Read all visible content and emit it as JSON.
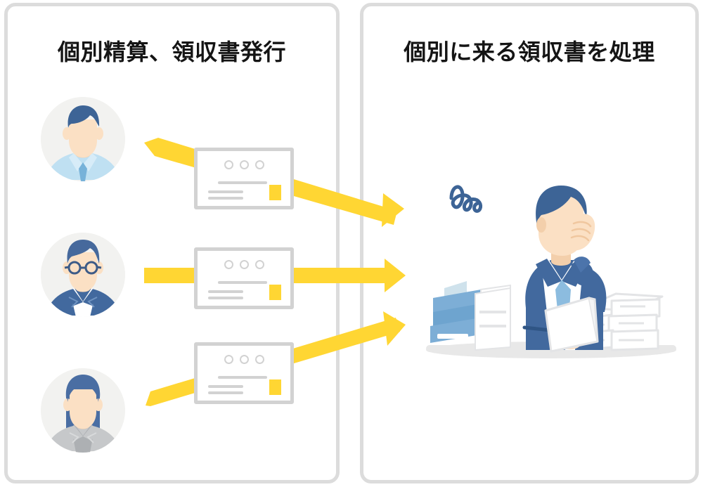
{
  "diagram": {
    "title_hidden": "",
    "panels": [
      {
        "id": "left",
        "title": "個別精算、領収書発行",
        "people": [
          {
            "label": "employee-male-blue-shirt"
          },
          {
            "label": "employee-male-glasses-suit"
          },
          {
            "label": "employee-female-gray-jacket"
          }
        ],
        "receipts": [
          {
            "label": "receipt-card-1",
            "stamp_color": "#ffd633"
          },
          {
            "label": "receipt-card-2",
            "stamp_color": "#ffd633"
          },
          {
            "label": "receipt-card-3",
            "stamp_color": "#ffd633"
          }
        ],
        "arrows": [
          {
            "label": "arrow-down-right",
            "direction": "down-right"
          },
          {
            "label": "arrow-right",
            "direction": "right"
          },
          {
            "label": "arrow-up-right",
            "direction": "up-right"
          }
        ]
      },
      {
        "id": "right",
        "title": "個別に来る領収書を処理",
        "scene": {
          "label": "overwhelmed-accountant",
          "stress_mark": "scribble",
          "document_stack_left": "blue-binders",
          "document_stack_right": "white-paper-boxes",
          "paper_in_hand": "invoice-sheet"
        }
      }
    ]
  },
  "colors": {
    "panel_border": "#dcdcdc",
    "arrow_yellow": "#ffd633",
    "card_border": "#d2d2d2",
    "avatar_bg": "#f2f2f0",
    "suit_blue": "#42699e",
    "hair_blue": "#3d6496",
    "skin": "#fbe0c4",
    "shirt_light_blue": "#bfe0f2",
    "tie_blue": "#77b2d9",
    "title_text": "#151515",
    "gray_jacket": "#c6c8ca",
    "binder_blue": "#7daed6",
    "paper_gray": "#e3e4e6"
  }
}
